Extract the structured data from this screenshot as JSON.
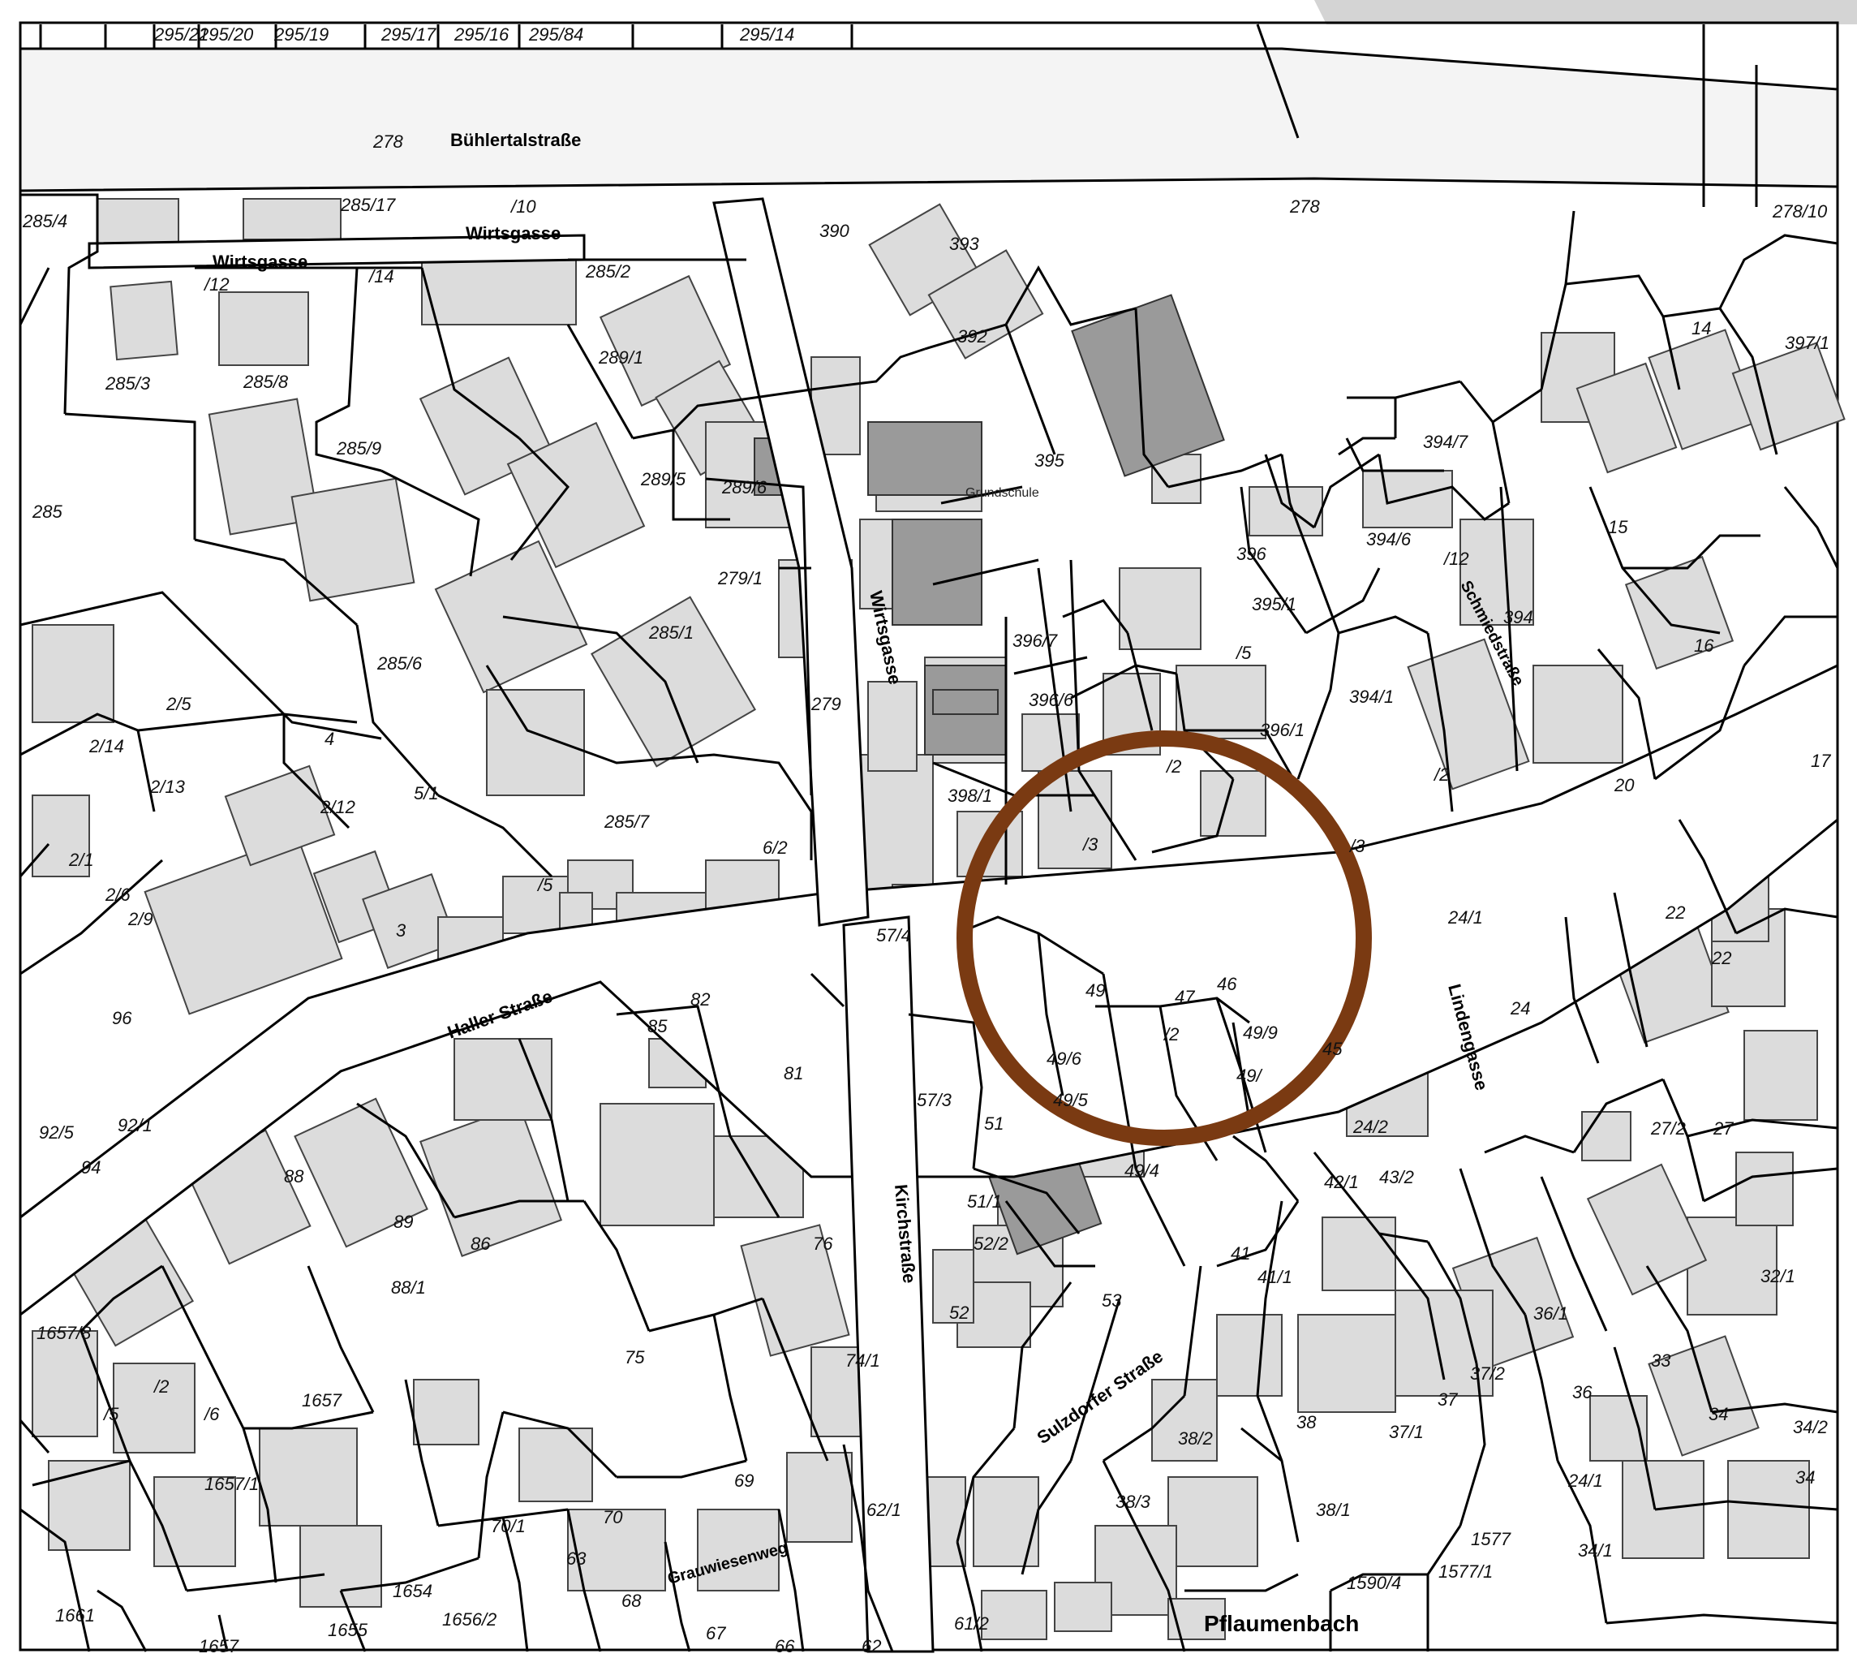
{
  "colors": {
    "background": "#ffffff",
    "lines": "#000000",
    "building": "#d9d9d9",
    "building_dark": "#9a9a9a",
    "header_panel": "#d4d4d4",
    "highlight_circle": "#7a3a12"
  },
  "streets": {
    "buehlertal": "Bühlertalstraße",
    "wirtsgasse_upper": "Wirtsgasse",
    "wirtsgasse_upper2": "Wirtsgasse",
    "wirtsgasse_vertical": "Wirtsgasse",
    "haller": "Haller Straße",
    "kirchstrasse": "Kirchstraße",
    "schmiedstrasse": "Schmiedstraße",
    "lindengasse": "Lindengasse",
    "sulzdorfer": "Sulzdorfer Straße",
    "grauwiesenweg": "Grauwiesenweg",
    "pflaumenbach": "Pflaumenbach",
    "grundschule": "Grundschule"
  },
  "parcels": [
    {
      "id": "p1",
      "t": "295/21"
    },
    {
      "id": "p2",
      "t": "295/20"
    },
    {
      "id": "p3",
      "t": "295/19"
    },
    {
      "id": "p4",
      "t": "295/17"
    },
    {
      "id": "p5",
      "t": "295/16"
    },
    {
      "id": "p6",
      "t": "295/84"
    },
    {
      "id": "p7",
      "t": "295/14"
    },
    {
      "id": "p8",
      "t": "278"
    },
    {
      "id": "p9",
      "t": "278"
    },
    {
      "id": "p10",
      "t": "278/10"
    },
    {
      "id": "p11",
      "t": "285/4"
    },
    {
      "id": "p12",
      "t": "285/17"
    },
    {
      "id": "p13",
      "t": "/10"
    },
    {
      "id": "p14",
      "t": "390"
    },
    {
      "id": "p15",
      "t": "393"
    },
    {
      "id": "p16",
      "t": "285/2"
    },
    {
      "id": "p17",
      "t": "/12"
    },
    {
      "id": "p18",
      "t": "/14"
    },
    {
      "id": "p19",
      "t": "285/3"
    },
    {
      "id": "p20",
      "t": "285/8"
    },
    {
      "id": "p21",
      "t": "289/1"
    },
    {
      "id": "p22",
      "t": "392"
    },
    {
      "id": "p23",
      "t": "14"
    },
    {
      "id": "p24",
      "t": "397/1"
    },
    {
      "id": "p25",
      "t": "285/9"
    },
    {
      "id": "p26",
      "t": "395"
    },
    {
      "id": "p27",
      "t": "394/7"
    },
    {
      "id": "p28",
      "t": "285"
    },
    {
      "id": "p29",
      "t": "289/5"
    },
    {
      "id": "p30",
      "t": "289/6"
    },
    {
      "id": "p31",
      "t": "396"
    },
    {
      "id": "p32",
      "t": "394/6"
    },
    {
      "id": "p33",
      "t": "15"
    },
    {
      "id": "p34",
      "t": "/12"
    },
    {
      "id": "p35",
      "t": "395/1"
    },
    {
      "id": "p36",
      "t": "394"
    },
    {
      "id": "p37",
      "t": "285/1"
    },
    {
      "id": "p38",
      "t": "279/1"
    },
    {
      "id": "p39",
      "t": "396/7"
    },
    {
      "id": "p40",
      "t": "16"
    },
    {
      "id": "p41",
      "t": "285/6"
    },
    {
      "id": "p42",
      "t": "/5"
    },
    {
      "id": "p43",
      "t": "279"
    },
    {
      "id": "p44",
      "t": "396/6"
    },
    {
      "id": "p45",
      "t": "394/1"
    },
    {
      "id": "p46",
      "t": "2/5"
    },
    {
      "id": "p47",
      "t": "396/1"
    },
    {
      "id": "p48",
      "t": "2/14"
    },
    {
      "id": "p49",
      "t": "4"
    },
    {
      "id": "p50",
      "t": "2/13"
    },
    {
      "id": "p51",
      "t": "5/1"
    },
    {
      "id": "p52",
      "t": "2/12"
    },
    {
      "id": "p53",
      "t": "398/1"
    },
    {
      "id": "p54",
      "t": "/2"
    },
    {
      "id": "p55",
      "t": "/2"
    },
    {
      "id": "p56",
      "t": "17"
    },
    {
      "id": "p57",
      "t": "285/7"
    },
    {
      "id": "p58",
      "t": "20"
    },
    {
      "id": "p59",
      "t": "2/1"
    },
    {
      "id": "p60",
      "t": "6/2"
    },
    {
      "id": "p61",
      "t": "/3"
    },
    {
      "id": "p62",
      "t": "/3"
    },
    {
      "id": "p63",
      "t": "2/9"
    },
    {
      "id": "p64",
      "t": "/5"
    },
    {
      "id": "p65",
      "t": "24/1"
    },
    {
      "id": "p66",
      "t": "57/4"
    },
    {
      "id": "p67",
      "t": "3"
    },
    {
      "id": "p68",
      "t": "22"
    },
    {
      "id": "p69",
      "t": "22"
    },
    {
      "id": "p70",
      "t": "49"
    },
    {
      "id": "p71",
      "t": "46"
    },
    {
      "id": "p72",
      "t": "47"
    },
    {
      "id": "p73",
      "t": "24"
    },
    {
      "id": "p74",
      "t": "96"
    },
    {
      "id": "p75",
      "t": "82"
    },
    {
      "id": "p76",
      "t": "85"
    },
    {
      "id": "p77",
      "t": "49/9"
    },
    {
      "id": "p78",
      "t": "45"
    },
    {
      "id": "p79",
      "t": "49/6"
    },
    {
      "id": "p80",
      "t": "81"
    },
    {
      "id": "p81",
      "t": "49/5"
    },
    {
      "id": "p82",
      "t": "49/"
    },
    {
      "id": "p83",
      "t": "57/3"
    },
    {
      "id": "p84",
      "t": "/2"
    },
    {
      "id": "p85",
      "t": "92/5"
    },
    {
      "id": "p86",
      "t": "92/1"
    },
    {
      "id": "p87",
      "t": "51"
    },
    {
      "id": "p88",
      "t": "27/2"
    },
    {
      "id": "p89",
      "t": "27"
    },
    {
      "id": "p90",
      "t": "24/2"
    },
    {
      "id": "p91",
      "t": "94"
    },
    {
      "id": "p92",
      "t": "88"
    },
    {
      "id": "p93",
      "t": "49/4"
    },
    {
      "id": "p94",
      "t": "42/1"
    },
    {
      "id": "p95",
      "t": "43/2"
    },
    {
      "id": "p96",
      "t": "89"
    },
    {
      "id": "p97",
      "t": "51/1"
    },
    {
      "id": "p98",
      "t": "86"
    },
    {
      "id": "p99",
      "t": "76"
    },
    {
      "id": "p100",
      "t": "41"
    },
    {
      "id": "p101",
      "t": "88/1"
    },
    {
      "id": "p102",
      "t": "52/2"
    },
    {
      "id": "p103",
      "t": "41/1"
    },
    {
      "id": "p104",
      "t": "32/1"
    },
    {
      "id": "p105",
      "t": "1657/8"
    },
    {
      "id": "p106",
      "t": "53"
    },
    {
      "id": "p107",
      "t": "52"
    },
    {
      "id": "p108",
      "t": "75"
    },
    {
      "id": "p109",
      "t": "74/1"
    },
    {
      "id": "p110",
      "t": "36/1"
    },
    {
      "id": "p111",
      "t": "33"
    },
    {
      "id": "p112",
      "t": "37/2"
    },
    {
      "id": "p113",
      "t": "/2"
    },
    {
      "id": "p114",
      "t": "36"
    },
    {
      "id": "p115",
      "t": "/5"
    },
    {
      "id": "p116",
      "t": "/6"
    },
    {
      "id": "p117",
      "t": "1657"
    },
    {
      "id": "p118",
      "t": "37"
    },
    {
      "id": "p119",
      "t": "38"
    },
    {
      "id": "p120",
      "t": "34"
    },
    {
      "id": "p121",
      "t": "34/2"
    },
    {
      "id": "p122",
      "t": "37/1"
    },
    {
      "id": "p123",
      "t": "38/2"
    },
    {
      "id": "p124",
      "t": "1657/1"
    },
    {
      "id": "p125",
      "t": "69"
    },
    {
      "id": "p126",
      "t": "62/1"
    },
    {
      "id": "p127",
      "t": "24/1"
    },
    {
      "id": "p128",
      "t": "34"
    },
    {
      "id": "p129",
      "t": "70"
    },
    {
      "id": "p130",
      "t": "38/3"
    },
    {
      "id": "p131",
      "t": "38/1"
    },
    {
      "id": "p132",
      "t": "70/1"
    },
    {
      "id": "p133",
      "t": "1577"
    },
    {
      "id": "p134",
      "t": "34/1"
    },
    {
      "id": "p135",
      "t": "63"
    },
    {
      "id": "p136",
      "t": "1654"
    },
    {
      "id": "p137",
      "t": "1590/4"
    },
    {
      "id": "p138",
      "t": "1577/1"
    },
    {
      "id": "p139",
      "t": "68"
    },
    {
      "id": "p140",
      "t": "1656/2"
    },
    {
      "id": "p141",
      "t": "1661"
    },
    {
      "id": "p142",
      "t": "1655"
    },
    {
      "id": "p143",
      "t": "67"
    },
    {
      "id": "p144",
      "t": "61/2"
    },
    {
      "id": "p145",
      "t": "1657"
    },
    {
      "id": "p146",
      "t": "62"
    },
    {
      "id": "p147",
      "t": "66"
    },
    {
      "id": "p148",
      "t": "2/6"
    }
  ]
}
